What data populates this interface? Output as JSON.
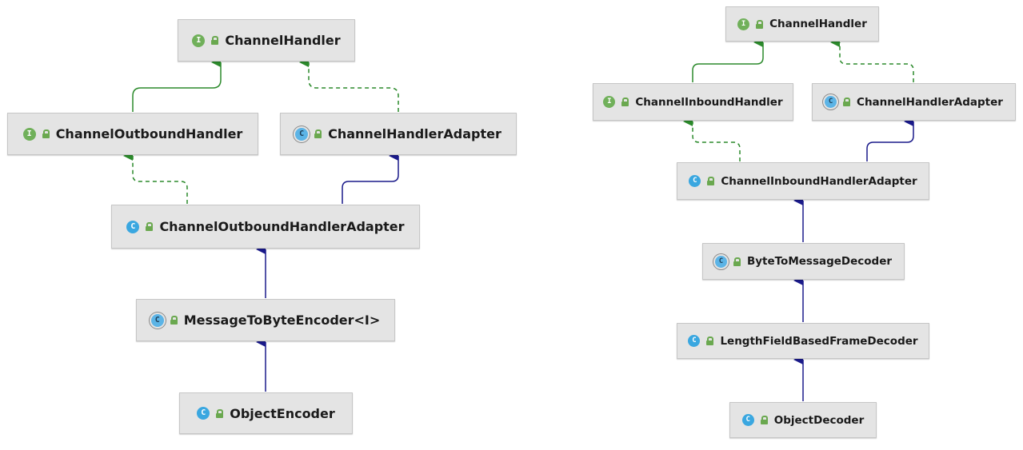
{
  "colors": {
    "implements_edge": "#2b8a2b",
    "extends_edge": "#1a1a8a",
    "node_bg": "#e4e4e4"
  },
  "left_diagram": {
    "nodes": [
      {
        "id": "L1",
        "label": "ChannelHandler",
        "kind": "interface",
        "kind_letter": "I"
      },
      {
        "id": "L2",
        "label": "ChannelOutboundHandler",
        "kind": "interface",
        "kind_letter": "I"
      },
      {
        "id": "L3",
        "label": "ChannelHandlerAdapter",
        "kind": "abstract",
        "kind_letter": "C"
      },
      {
        "id": "L4",
        "label": "ChannelOutboundHandlerAdapter",
        "kind": "class",
        "kind_letter": "C"
      },
      {
        "id": "L5",
        "label": "MessageToByteEncoder<I>",
        "kind": "abstract",
        "kind_letter": "C"
      },
      {
        "id": "L6",
        "label": "ObjectEncoder",
        "kind": "class",
        "kind_letter": "C"
      }
    ]
  },
  "right_diagram": {
    "nodes": [
      {
        "id": "R1",
        "label": "ChannelHandler",
        "kind": "interface",
        "kind_letter": "I"
      },
      {
        "id": "R2",
        "label": "ChannelInboundHandler",
        "kind": "interface",
        "kind_letter": "I"
      },
      {
        "id": "R3",
        "label": "ChannelHandlerAdapter",
        "kind": "abstract",
        "kind_letter": "C"
      },
      {
        "id": "R4",
        "label": "ChannelInboundHandlerAdapter",
        "kind": "class",
        "kind_letter": "C"
      },
      {
        "id": "R5",
        "label": "ByteToMessageDecoder",
        "kind": "abstract",
        "kind_letter": "C"
      },
      {
        "id": "R6",
        "label": "LengthFieldBasedFrameDecoder",
        "kind": "class",
        "kind_letter": "C"
      },
      {
        "id": "R7",
        "label": "ObjectDecoder",
        "kind": "class",
        "kind_letter": "C"
      }
    ]
  },
  "edges": [
    {
      "from": "L2",
      "to": "L1",
      "type": "implements"
    },
    {
      "from": "L3",
      "to": "L1",
      "type": "implements"
    },
    {
      "from": "L4",
      "to": "L2",
      "type": "implements"
    },
    {
      "from": "L4",
      "to": "L3",
      "type": "extends"
    },
    {
      "from": "L5",
      "to": "L4",
      "type": "extends"
    },
    {
      "from": "L6",
      "to": "L5",
      "type": "extends"
    },
    {
      "from": "R2",
      "to": "R1",
      "type": "implements"
    },
    {
      "from": "R3",
      "to": "R1",
      "type": "implements"
    },
    {
      "from": "R4",
      "to": "R2",
      "type": "implements"
    },
    {
      "from": "R4",
      "to": "R3",
      "type": "extends"
    },
    {
      "from": "R5",
      "to": "R4",
      "type": "extends"
    },
    {
      "from": "R6",
      "to": "R5",
      "type": "extends"
    },
    {
      "from": "R7",
      "to": "R6",
      "type": "extends"
    }
  ]
}
